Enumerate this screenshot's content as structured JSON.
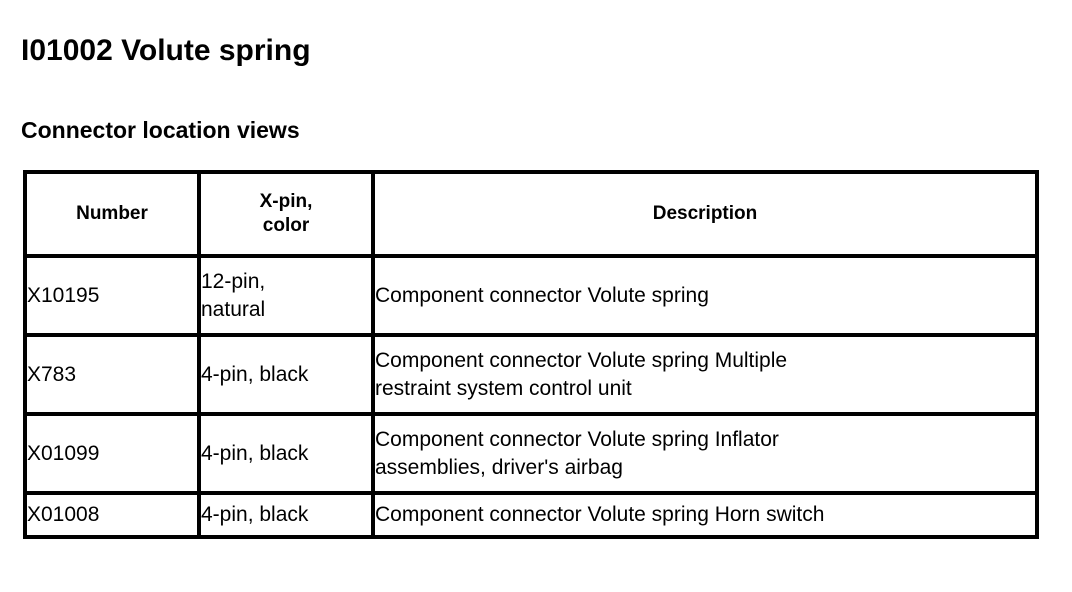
{
  "document": {
    "title": "I01002 Volute spring",
    "section_title": "Connector location views"
  },
  "table": {
    "headers": {
      "number": "Number",
      "xpin_line1": "X-pin,",
      "xpin_line2": "color",
      "description": "Description"
    },
    "rows": [
      {
        "number": "X10195",
        "xpin_line1": "12-pin,",
        "xpin_line2": "natural",
        "desc_line1": "Component connector Volute spring",
        "desc_line2": ""
      },
      {
        "number": "X783",
        "xpin_line1": "4-pin, black",
        "xpin_line2": "",
        "desc_line1": "Component connector Volute spring Multiple",
        "desc_line2": "restraint system control unit"
      },
      {
        "number": "X01099",
        "xpin_line1": "4-pin, black",
        "xpin_line2": "",
        "desc_line1": "Component connector Volute spring Inflator",
        "desc_line2": "assemblies, driver's airbag"
      },
      {
        "number": "X01008",
        "xpin_line1": "4-pin, black",
        "xpin_line2": "",
        "desc_line1": "Component connector Volute spring Horn switch",
        "desc_line2": ""
      }
    ]
  },
  "colors": {
    "background": "#ffffff",
    "text": "#000000",
    "border": "#000000"
  }
}
